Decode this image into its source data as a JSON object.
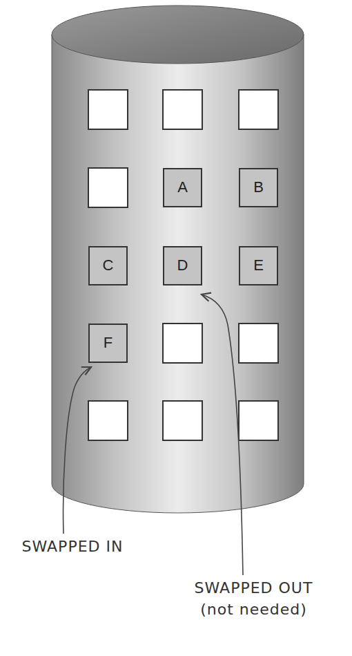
{
  "diagram": {
    "nodes": [
      {
        "text": [
          "A"
        ]
      },
      {
        "text": [
          "B"
        ]
      },
      {
        "text": [
          "C"
        ]
      },
      {
        "text": [
          "D"
        ]
      },
      {
        "text": [
          "E"
        ]
      },
      {
        "text": [
          "F"
        ]
      }
    ],
    "labels": [
      "SWAPPED IN",
      "SWAPPED OUT (not needed)"
    ]
  }
}
